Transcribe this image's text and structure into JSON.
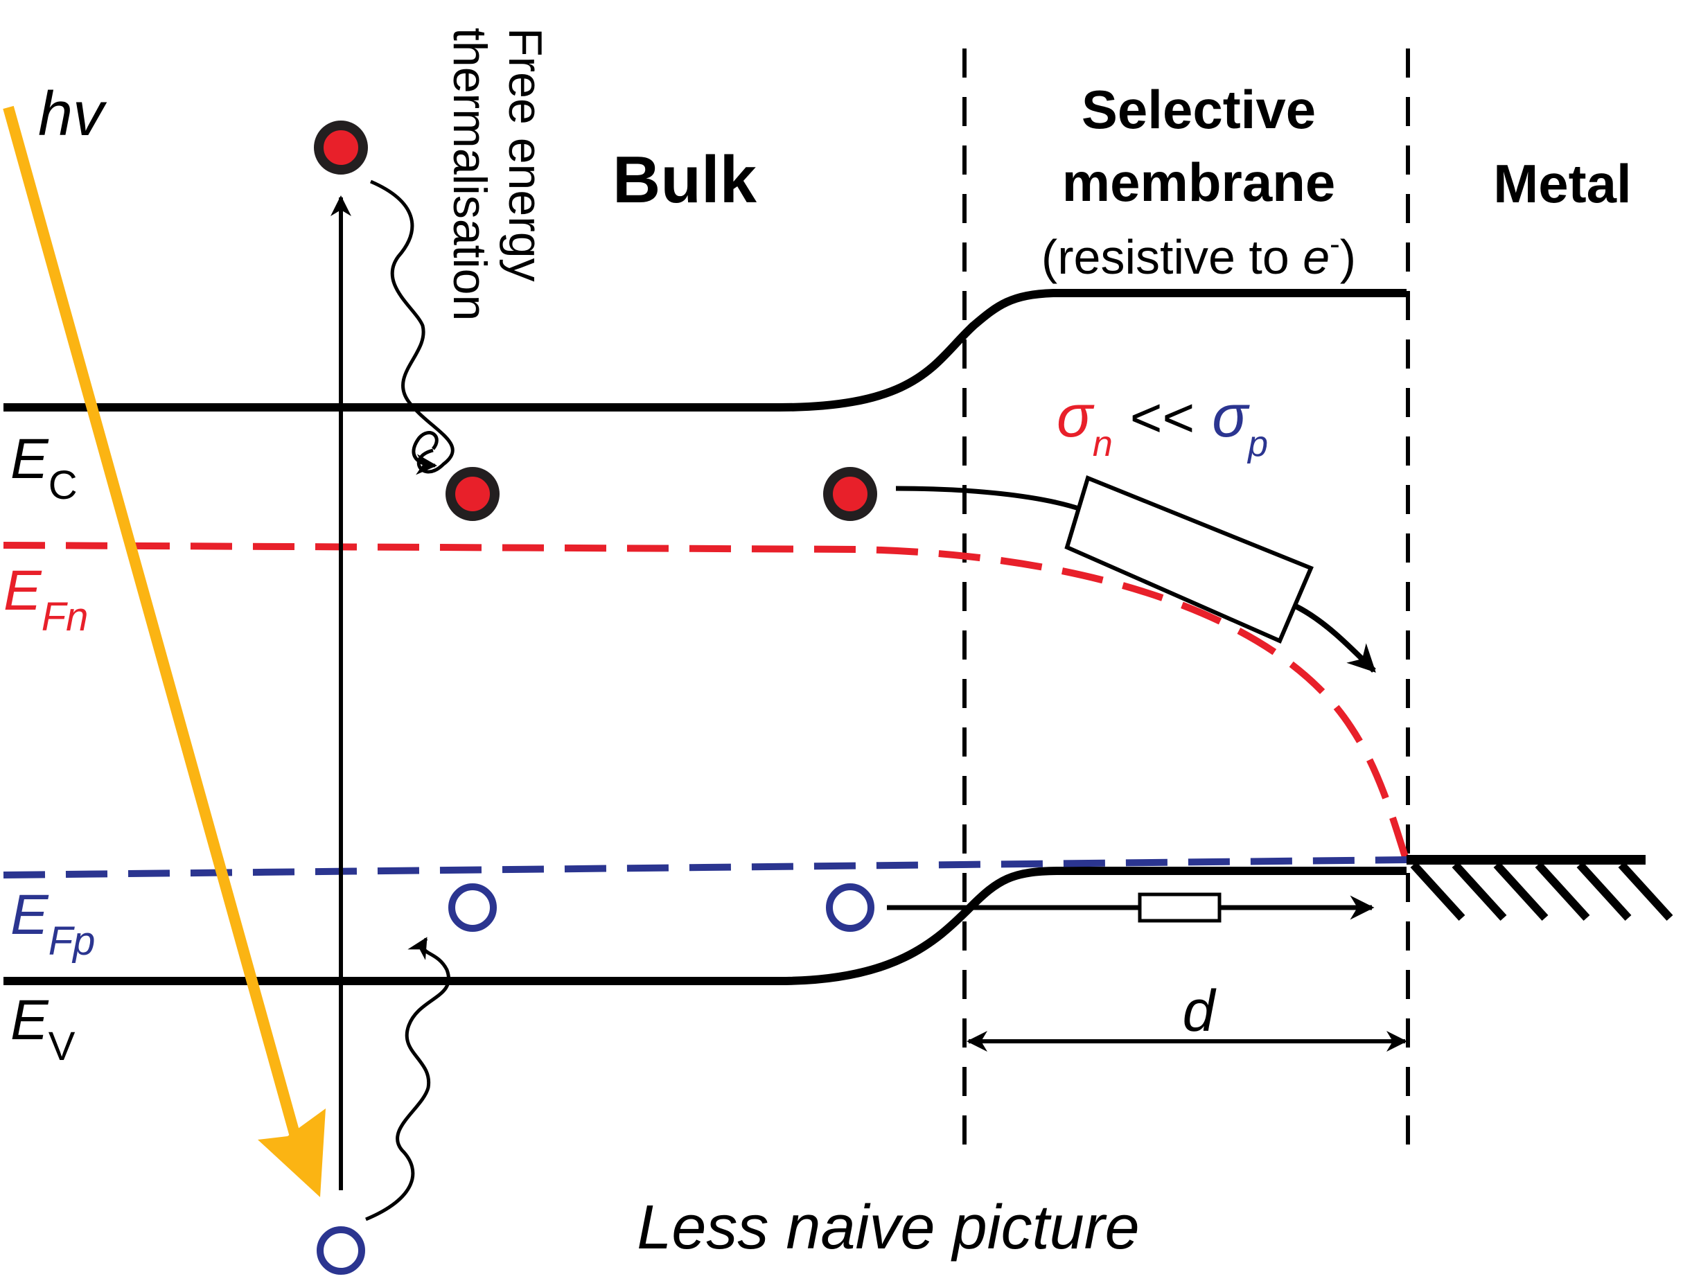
{
  "colors": {
    "line": "#000000",
    "photon": "#fbb413",
    "electron": "#e8202a",
    "hole": "#2b3590",
    "electron_fermi": "#e8202a",
    "hole_fermi": "#2b3590"
  },
  "labels": {
    "photon": "hv",
    "thermalisation_line1": "Free energy",
    "thermalisation_line2": "thermalisation",
    "bulk": "Bulk",
    "selective_line1": "Selective",
    "selective_line2": "membrane",
    "selective_line3_pre": "(resistive to ",
    "selective_line3_e": "e",
    "selective_line3_sup": "-",
    "selective_line3_post": ")",
    "metal": "Metal",
    "ec_main": "E",
    "ec_sub": "C",
    "efn_main": "E",
    "efn_sub": "Fn",
    "efp_main": "E",
    "efp_sub": "Fp",
    "ev_main": "E",
    "ev_sub": "V",
    "sigma_n_main": "σ",
    "sigma_n_sub": "n",
    "sigma_relation": "<<",
    "sigma_p_main": "σ",
    "sigma_p_sub": "p",
    "thickness": "d",
    "caption": "Less naive picture"
  },
  "icons": {
    "electron": "filled-red-circle",
    "hole": "hollow-blue-circle",
    "resistor": "rectangle-resistor",
    "ground": "hatched-ground"
  }
}
